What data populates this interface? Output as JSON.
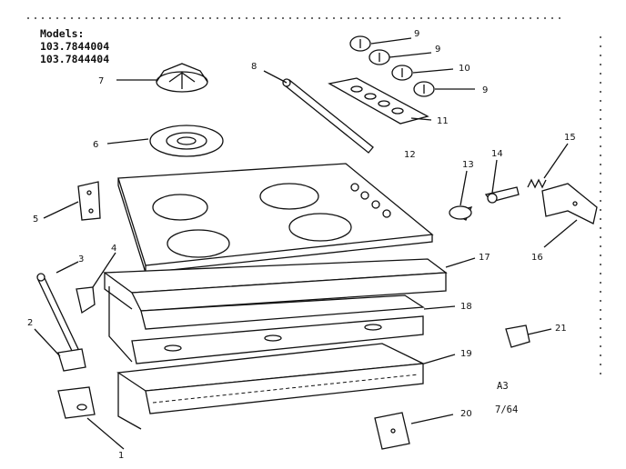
{
  "header": {
    "title": "Models:",
    "model_1": "103.7844004",
    "model_2": "103.7844404"
  },
  "callouts": [
    "1",
    "2",
    "3",
    "4",
    "5",
    "6",
    "7",
    "8",
    "9",
    "9",
    "10",
    "9",
    "11",
    "12",
    "13",
    "14",
    "15",
    "16",
    "17",
    "18",
    "19",
    "20",
    "21"
  ],
  "footer": {
    "code": "A3",
    "date": "7/64"
  }
}
